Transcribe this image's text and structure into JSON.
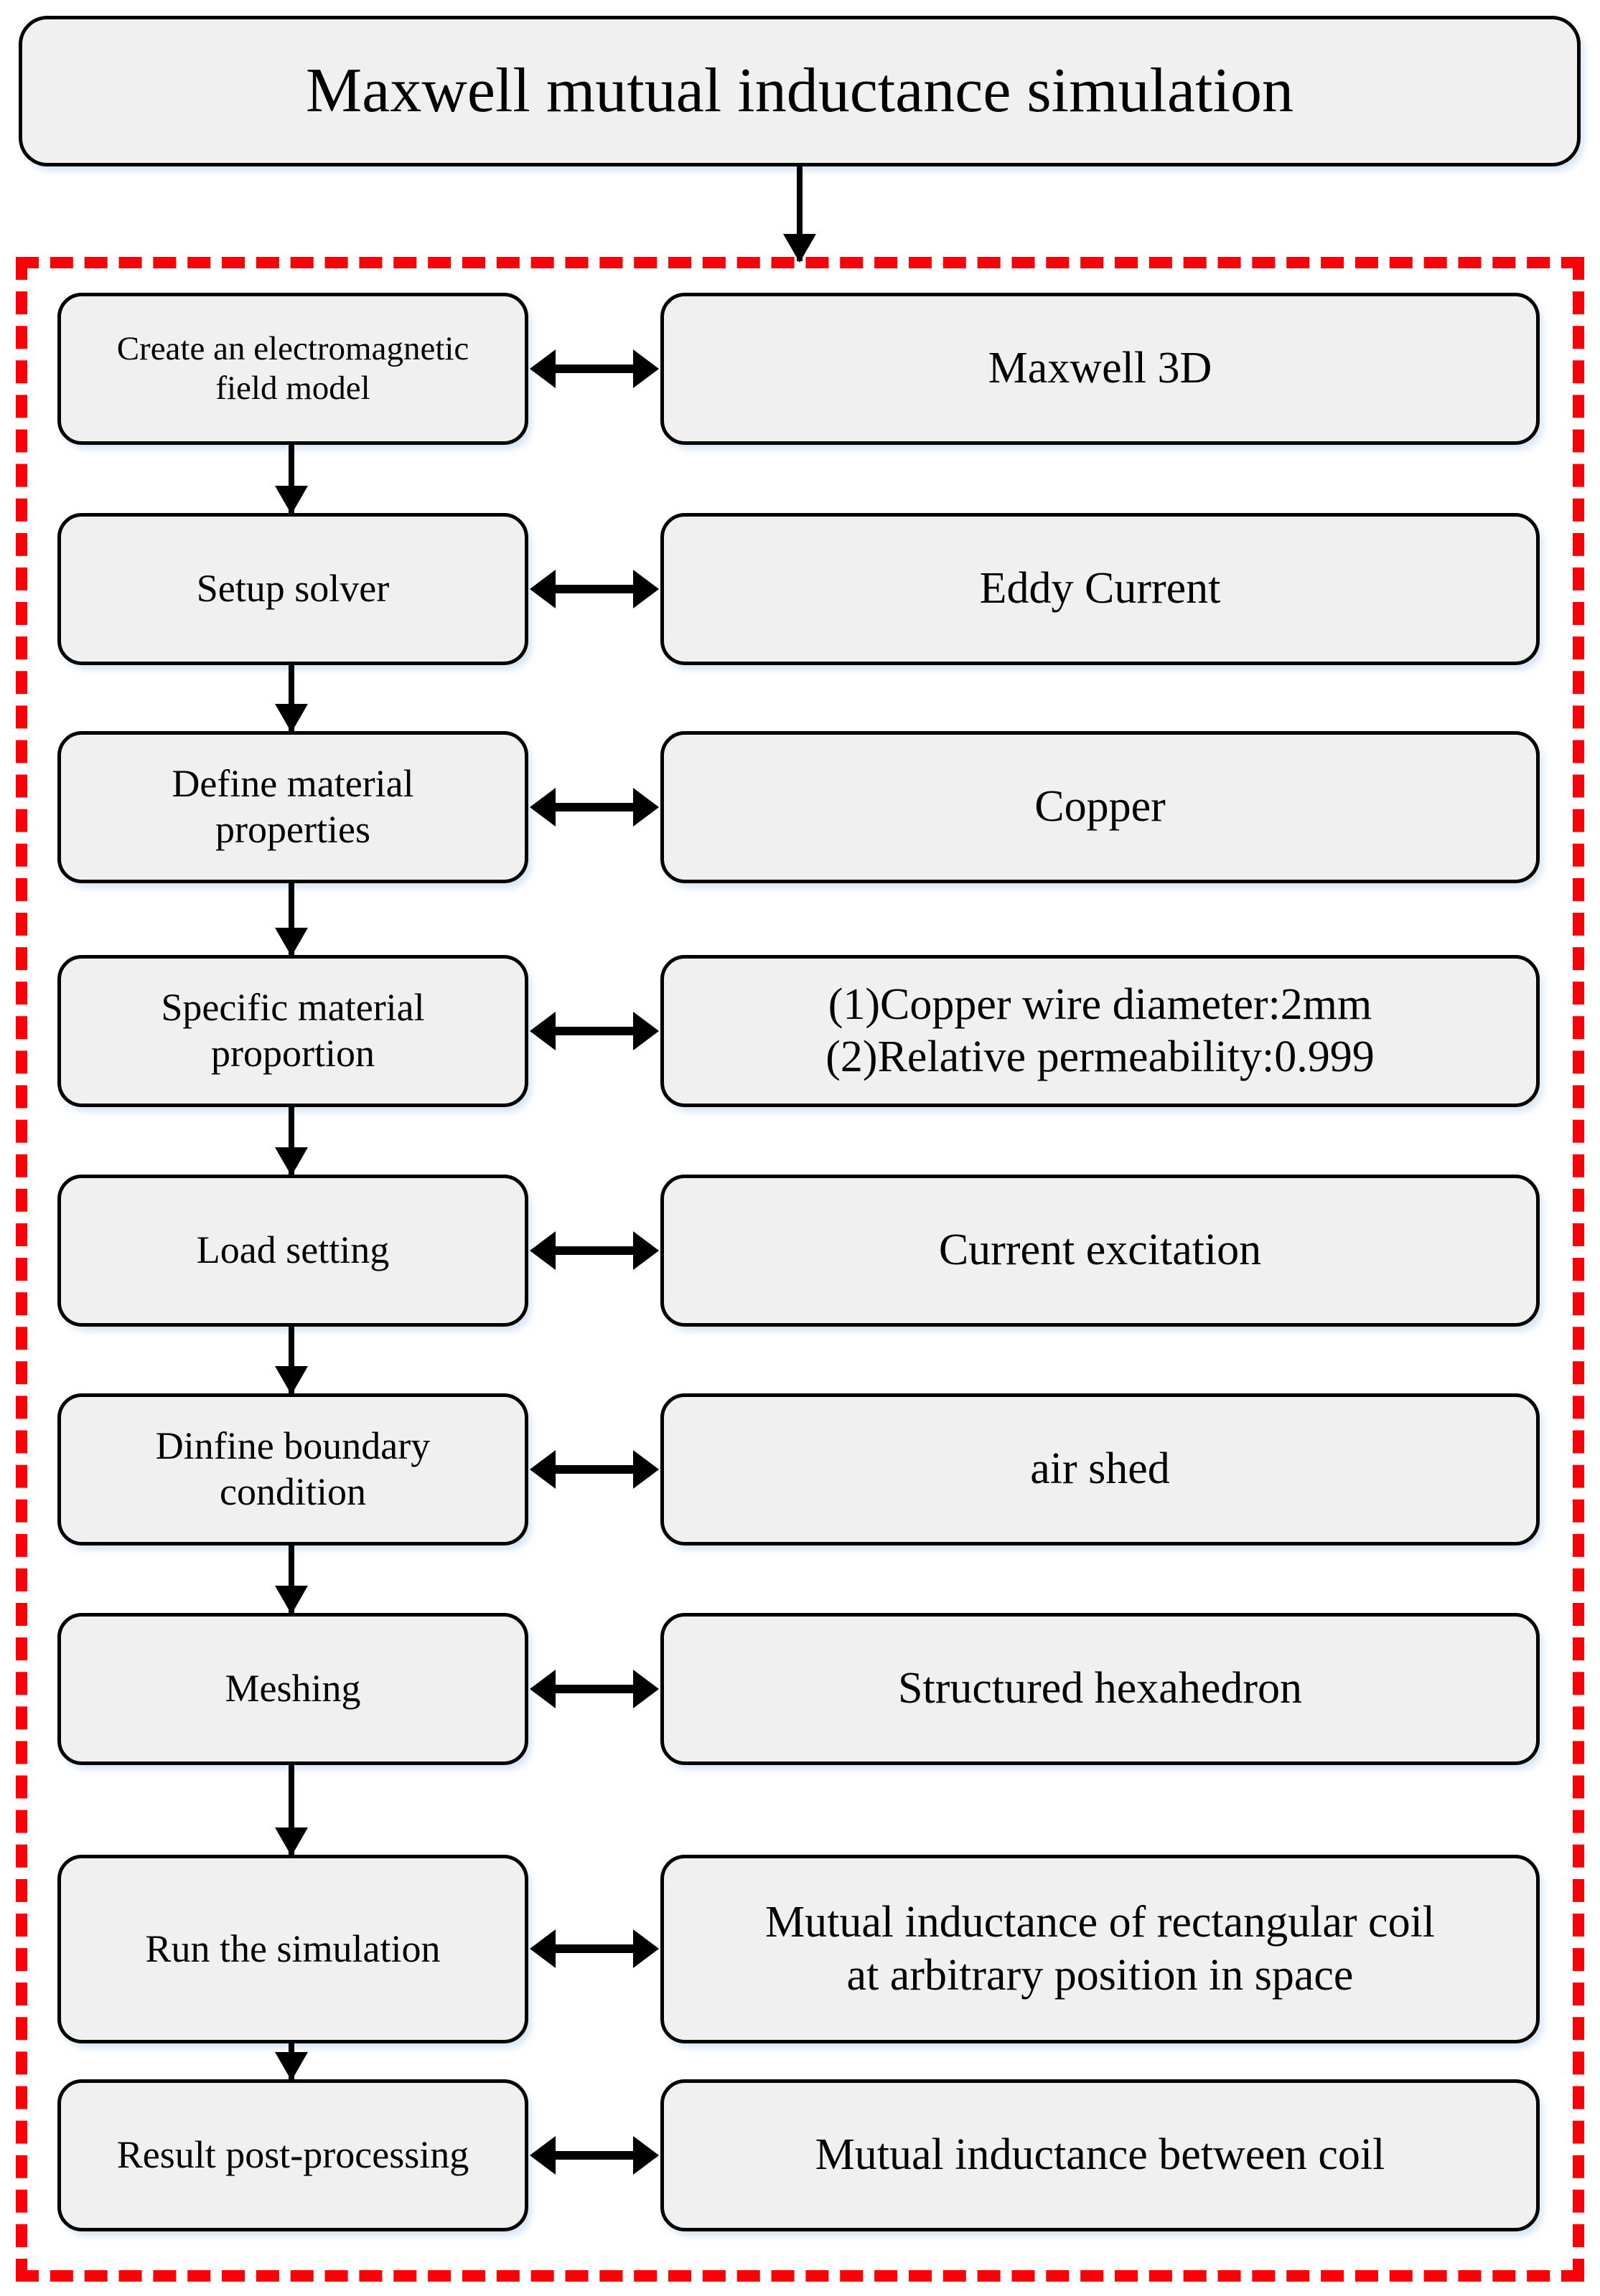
{
  "diagram": {
    "title": "Maxwell mutual inductance simulation",
    "container_border_color": "#fb0007",
    "box_fill_color": "#f0f0f0",
    "box_border_color": "#000000",
    "steps": [
      {
        "step": "Create an electromagnetic\nfield model",
        "detail": "Maxwell 3D"
      },
      {
        "step": "Setup solver",
        "detail": "Eddy Current"
      },
      {
        "step": "Define material\nproperties",
        "detail": "Copper"
      },
      {
        "step": "Specific material\nproportion",
        "detail": "(1)Copper wire diameter:2mm\n(2)Relative  permeability:0.999"
      },
      {
        "step": "Load setting",
        "detail": "Current excitation"
      },
      {
        "step": "Dinfine boundary\ncondition",
        "detail": "air shed"
      },
      {
        "step": "Meshing",
        "detail": "Structured hexahedron"
      },
      {
        "step": "Run the simulation",
        "detail": "Mutual inductance of rectangular coil\nat arbitrary position in space"
      },
      {
        "step": "Result post-processing",
        "detail": "Mutual inductance between coil"
      }
    ]
  }
}
